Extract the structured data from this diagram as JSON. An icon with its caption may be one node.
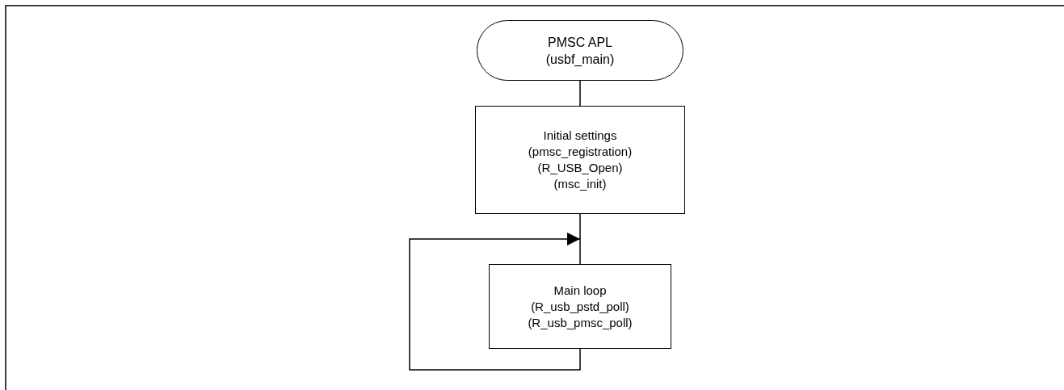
{
  "diagram": {
    "nodes": [
      {
        "text": [
          "PMSC APL (usbf_main)"
        ]
      },
      {
        "text": [
          "Initial settings",
          "(pmsc_registration)",
          "(R_USB_Open)",
          "(msc_init)"
        ]
      },
      {
        "text": [
          "Main loop",
          "(R_usb_pstd_poll)",
          "(R_usb_pmsc_poll)"
        ]
      }
    ],
    "edges": [
      {
        "from": 0,
        "to": 1,
        "arrow": "none"
      },
      {
        "from": 1,
        "to": 2,
        "arrow": "none"
      },
      {
        "from": 2,
        "to": 2,
        "arrow": "to"
      }
    ]
  }
}
